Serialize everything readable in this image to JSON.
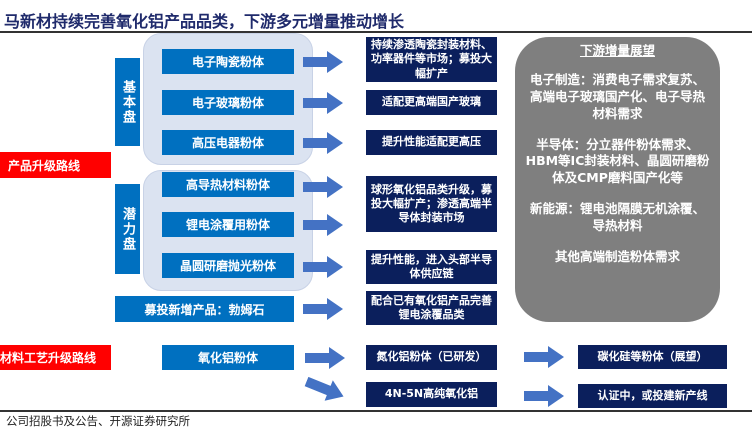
{
  "title": "马新材持续完善氧化铝产品品类，下游多元增量推动增长",
  "routes": {
    "product": "产品升级路线",
    "material": "材料工艺升级路线"
  },
  "groups": [
    {
      "label": "基本盘",
      "items": [
        {
          "product": "电子陶瓷粉体",
          "outcome": "持续渗透陶瓷封装材料、功率器件等市场；募投大幅扩产"
        },
        {
          "product": "电子玻璃粉体",
          "outcome": "适配更高端国产玻璃"
        },
        {
          "product": "高压电器粉体",
          "outcome": "提升性能适配更高压"
        }
      ]
    },
    {
      "label": "潜力盘",
      "items": [
        {
          "product": "高导热材料粉体",
          "outcome": "球形氧化铝品类升级，募投大幅扩产；渗透高端半导体封装市场"
        },
        {
          "product": "锂电涂覆用粉体",
          "outcome": ""
        },
        {
          "product": "晶圆研磨抛光粉体",
          "outcome": "提升性能，进入头部半导体供应链"
        }
      ]
    }
  ],
  "new_product": {
    "product": "募投新增产品：勃姆石",
    "outcome": "配合已有氧化铝产品完善锂电涂覆品类"
  },
  "outlook": {
    "heading": "下游增量展望",
    "items": [
      "电子制造：消费电子需求复苏、高端电子玻璃国产化、电子导热材料需求",
      "半导体：分立器件粉体需求、HBM等IC封装材料、晶圆研磨粉体及CMP磨料国产化等",
      "新能源：锂电池隔膜无机涂覆、导热材料",
      "其他高端制造粉体需求"
    ]
  },
  "material": {
    "base": "氧化铝粉体",
    "path1": [
      "氮化铝粉体（已研发）",
      "碳化硅等粉体（展望）"
    ],
    "path2": [
      "4N-5N高纯氧化铝",
      "认证中，或投建新产线"
    ]
  },
  "source": "公司招股书及公告、开源证券研究所",
  "colors": {
    "blue": "#0070c0",
    "navy": "#0b1f5c",
    "red": "#ff0000",
    "gray": "#7f7f7f",
    "arrow": "#4472c4"
  }
}
